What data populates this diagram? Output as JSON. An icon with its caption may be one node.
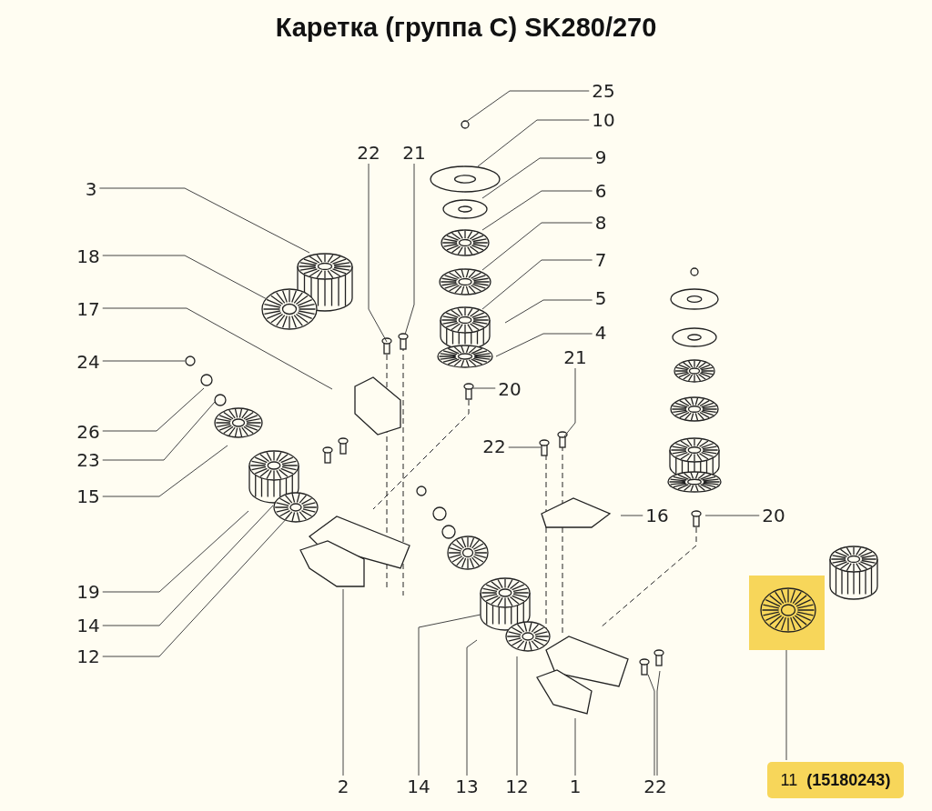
{
  "diagram": {
    "title": "Каретка (группа C) SK280/270",
    "nodes": [
      {
        "text": [
          "25"
        ]
      },
      {
        "text": [
          "10"
        ]
      },
      {
        "text": [
          "9"
        ]
      },
      {
        "text": [
          "6"
        ]
      },
      {
        "text": [
          "8"
        ]
      },
      {
        "text": [
          "7"
        ]
      },
      {
        "text": [
          "5"
        ]
      },
      {
        "text": [
          "4"
        ]
      },
      {
        "text": [
          "22"
        ]
      },
      {
        "text": [
          "21"
        ]
      },
      {
        "text": [
          "3"
        ]
      },
      {
        "text": [
          "18"
        ]
      },
      {
        "text": [
          "17"
        ]
      },
      {
        "text": [
          "24"
        ]
      },
      {
        "text": [
          "26"
        ]
      },
      {
        "text": [
          "23"
        ]
      },
      {
        "text": [
          "15"
        ]
      },
      {
        "text": [
          "20"
        ]
      },
      {
        "text": [
          "19"
        ]
      },
      {
        "text": [
          "14"
        ]
      },
      {
        "text": [
          "12"
        ]
      },
      {
        "text": [
          "21"
        ]
      },
      {
        "text": [
          "22"
        ]
      },
      {
        "text": [
          "16"
        ]
      },
      {
        "text": [
          "20"
        ]
      },
      {
        "text": [
          "2"
        ]
      },
      {
        "text": [
          "14"
        ]
      },
      {
        "text": [
          "13"
        ]
      },
      {
        "text": [
          "12"
        ]
      },
      {
        "text": [
          "1"
        ]
      },
      {
        "text": [
          "22"
        ]
      },
      {
        "text": [
          "11",
          "(15180243)"
        ]
      },
      {
        "text": [],
        "shape": "box"
      }
    ],
    "edges": [
      {
        "from": 0,
        "to": null,
        "arrow": "none"
      },
      {
        "from": 1,
        "to": null,
        "arrow": "none"
      },
      {
        "from": 2,
        "to": null,
        "arrow": "none"
      },
      {
        "from": 3,
        "to": null,
        "arrow": "none"
      },
      {
        "from": 4,
        "to": null,
        "arrow": "none"
      },
      {
        "from": 5,
        "to": null,
        "arrow": "none"
      },
      {
        "from": 6,
        "to": null,
        "arrow": "none"
      },
      {
        "from": 7,
        "to": null,
        "arrow": "none"
      },
      {
        "from": 8,
        "to": null,
        "arrow": "none"
      },
      {
        "from": 9,
        "to": null,
        "arrow": "none"
      },
      {
        "from": 10,
        "to": null,
        "arrow": "none"
      },
      {
        "from": 11,
        "to": null,
        "arrow": "none"
      },
      {
        "from": 12,
        "to": null,
        "arrow": "none"
      },
      {
        "from": 13,
        "to": null,
        "arrow": "none"
      },
      {
        "from": 14,
        "to": null,
        "arrow": "none"
      },
      {
        "from": 15,
        "to": null,
        "arrow": "none"
      },
      {
        "from": 16,
        "to": null,
        "arrow": "none"
      },
      {
        "from": 17,
        "to": null,
        "arrow": "none"
      },
      {
        "from": 18,
        "to": null,
        "arrow": "none"
      },
      {
        "from": 19,
        "to": null,
        "arrow": "none"
      },
      {
        "from": 20,
        "to": null,
        "arrow": "none"
      },
      {
        "from": 21,
        "to": null,
        "arrow": "none"
      },
      {
        "from": 22,
        "to": null,
        "arrow": "none"
      },
      {
        "from": 23,
        "to": null,
        "arrow": "none"
      },
      {
        "from": 24,
        "to": null,
        "arrow": "none"
      },
      {
        "from": 25,
        "to": null,
        "arrow": "none"
      },
      {
        "from": 26,
        "to": null,
        "arrow": "none"
      },
      {
        "from": 27,
        "to": null,
        "arrow": "none"
      },
      {
        "from": 28,
        "to": null,
        "arrow": "none"
      },
      {
        "from": 29,
        "to": null,
        "arrow": "none"
      },
      {
        "from": 30,
        "to": null,
        "arrow": "none"
      },
      {
        "from": 30,
        "to": null,
        "arrow": "none"
      },
      {
        "from": 31,
        "to": 32,
        "arrow": "none"
      }
    ]
  }
}
